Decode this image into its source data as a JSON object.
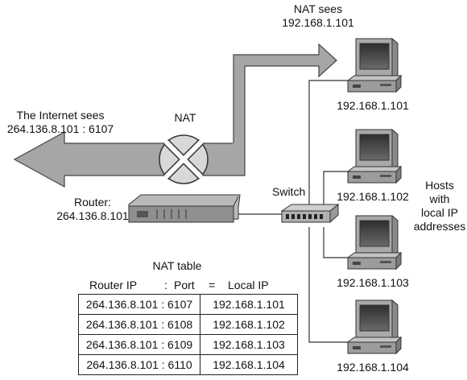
{
  "labels": {
    "nat_sees_line1": "NAT sees",
    "nat_sees_line2": "192.168.1.101",
    "internet_sees_line1": "The Internet sees",
    "internet_sees_line2": "264.136.8.101 : 6107",
    "nat": "NAT",
    "router_line1": "Router:",
    "router_line2": "264.136.8.101",
    "switch": "Switch",
    "hosts_line1": "Hosts",
    "hosts_line2": "with",
    "hosts_line3": "local IP",
    "hosts_line4": "addresses"
  },
  "hosts": [
    {
      "ip": "192.168.1.101"
    },
    {
      "ip": "192.168.1.102"
    },
    {
      "ip": "192.168.1.103"
    },
    {
      "ip": "192.168.1.104"
    }
  ],
  "nat_table": {
    "title": "NAT table",
    "header_router_ip": "Router IP",
    "header_colon": ":",
    "header_port": "Port",
    "header_equals": "=",
    "header_local_ip": "Local IP",
    "rows": [
      {
        "router": "264.136.8.101 : 6107",
        "local": "192.168.1.101"
      },
      {
        "router": "264.136.8.101 : 6108",
        "local": "192.168.1.102"
      },
      {
        "router": "264.136.8.101 : 6109",
        "local": "192.168.1.103"
      },
      {
        "router": "264.136.8.101 : 6110",
        "local": "192.168.1.104"
      }
    ]
  },
  "colors": {
    "arrow": "#a6a6a6",
    "device": "#9c9c9c",
    "line": "#333333"
  }
}
